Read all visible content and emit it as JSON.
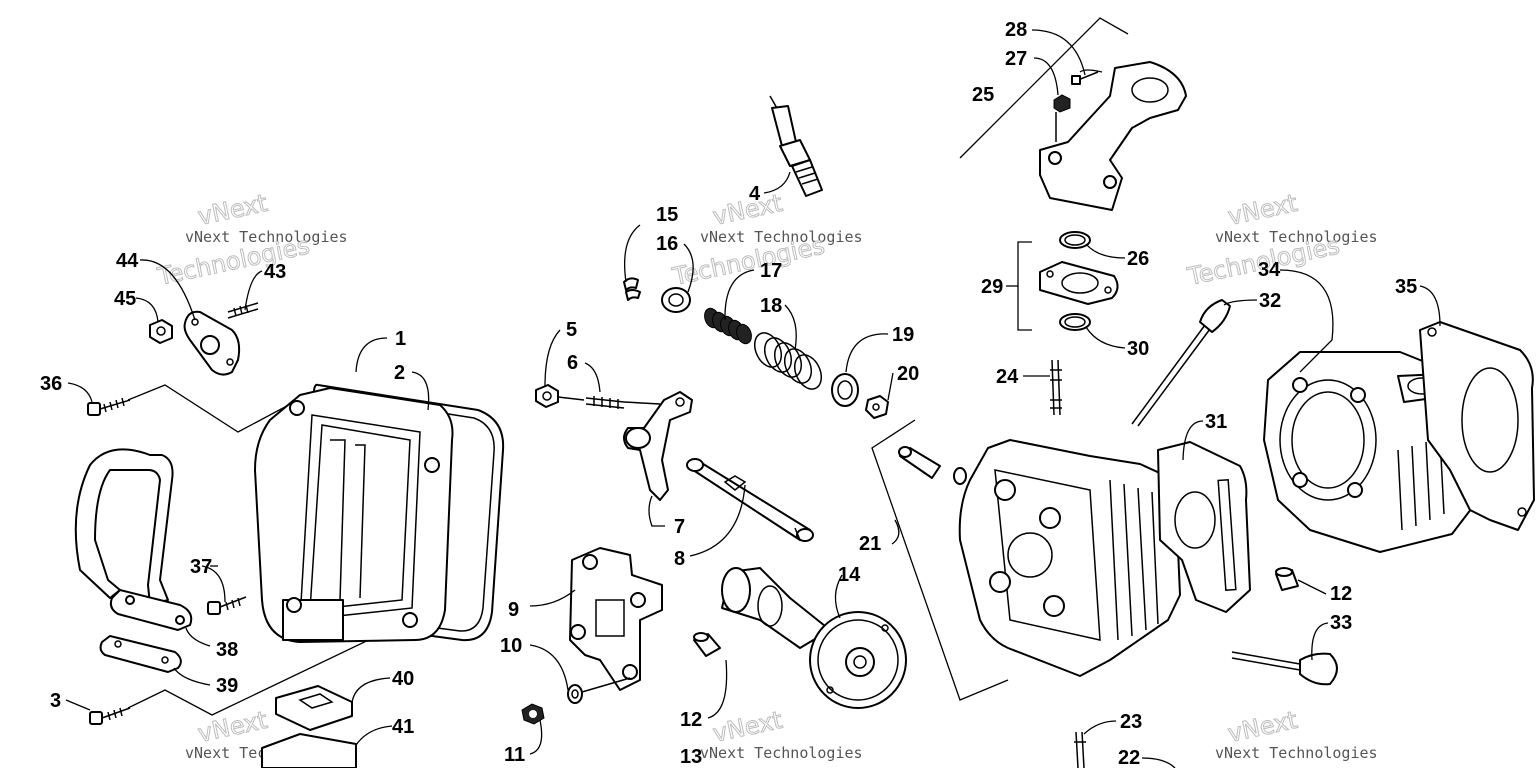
{
  "watermark": {
    "line1": "vNext Technologies",
    "line2": "vNext",
    "line3": "Technologies"
  },
  "callouts": {
    "c1": "1",
    "c2": "2",
    "c3": "3",
    "c4": "4",
    "c5": "5",
    "c6": "6",
    "c7": "7",
    "c8": "8",
    "c9": "9",
    "c10": "10",
    "c11": "11",
    "c12a": "12",
    "c12b": "12",
    "c13": "13",
    "c14": "14",
    "c15": "15",
    "c16": "16",
    "c17": "17",
    "c18": "18",
    "c19": "19",
    "c20": "20",
    "c21": "21",
    "c22": "22",
    "c23": "23",
    "c24": "24",
    "c25": "25",
    "c26": "26",
    "c27": "27",
    "c28": "28",
    "c29": "29",
    "c30": "30",
    "c31": "31",
    "c32": "32",
    "c33": "33",
    "c34": "34",
    "c35": "35",
    "c36": "36",
    "c37": "37",
    "c38": "38",
    "c39": "39",
    "c40": "40",
    "c41": "41",
    "c43": "43",
    "c44": "44",
    "c45": "45"
  }
}
